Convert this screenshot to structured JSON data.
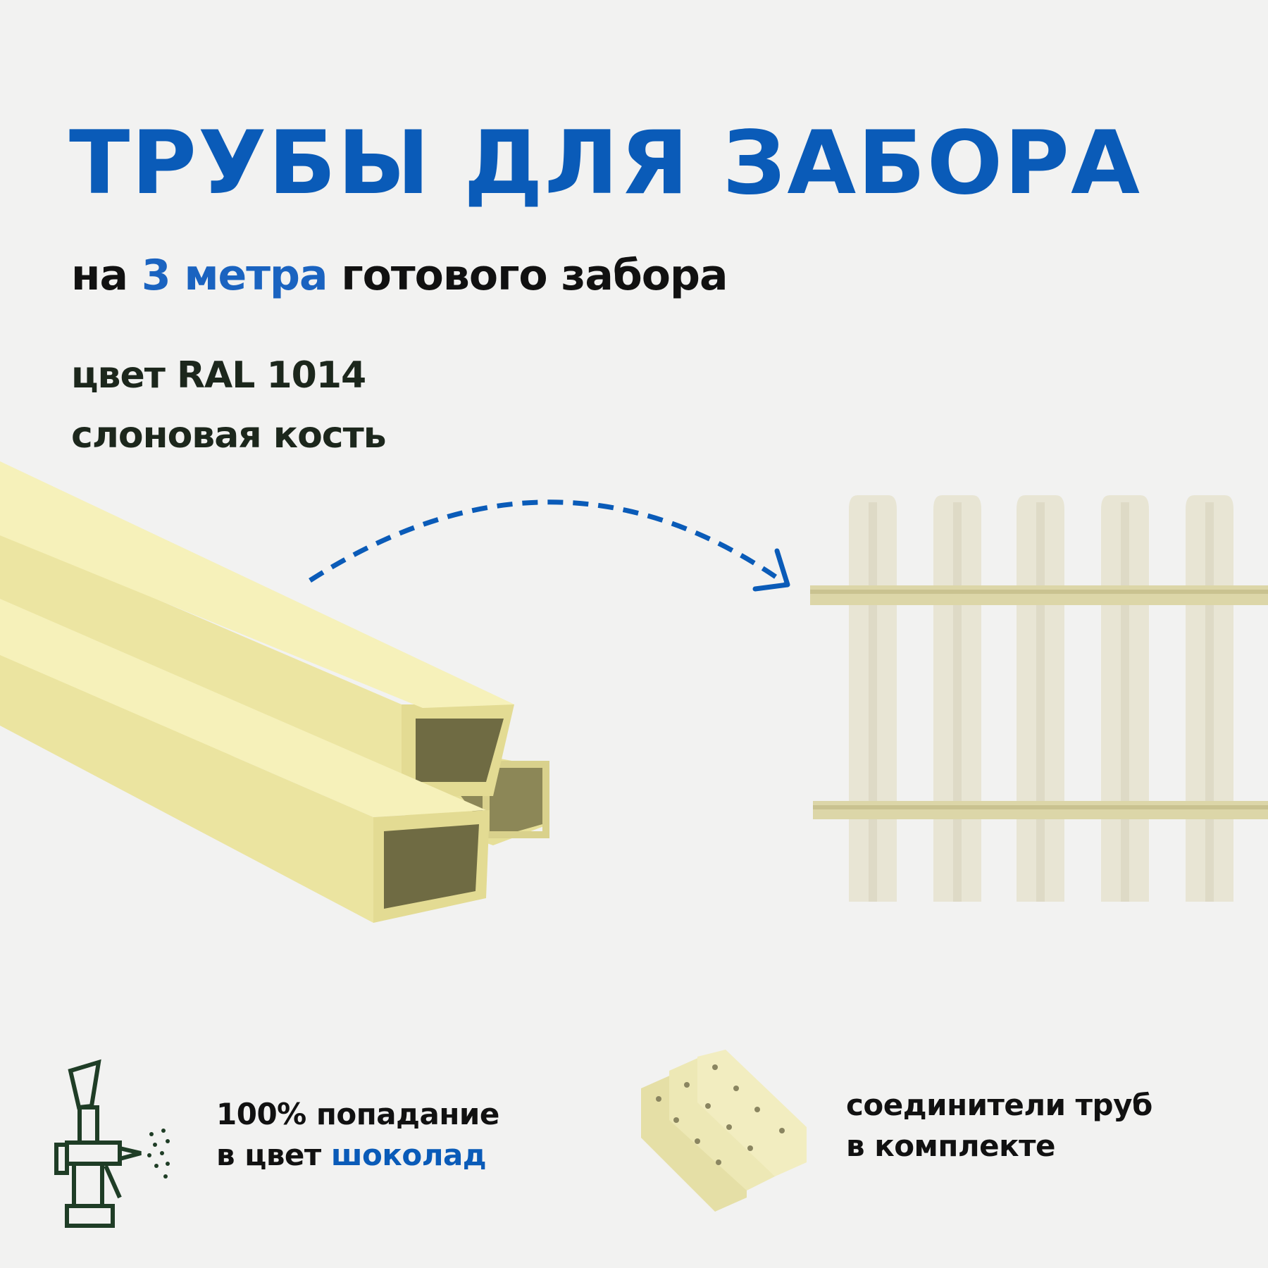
{
  "header": {
    "title": "ТРУБЫ ДЛЯ ЗАБОРА",
    "subtitle": {
      "prefix": "на",
      "highlight": "3 метра",
      "suffix": "готового забора"
    },
    "color_label": "цвет RAL 1014",
    "color_name": "слоновая кость"
  },
  "features": [
    {
      "icon": "spray-gun-icon",
      "line1": "100% попадание",
      "line2_prefix": "в цвет",
      "line2_highlight": "шоколад"
    },
    {
      "icon": "pipe-connectors-icon",
      "line1": "соединители труб",
      "line2": "в комплекте"
    }
  ],
  "colors": {
    "accent": "#0a5bb8",
    "pipe": "#efe9a8",
    "picket": "#e8e5d4",
    "icon": "#1f3d26",
    "background": "#f2f2f1"
  }
}
